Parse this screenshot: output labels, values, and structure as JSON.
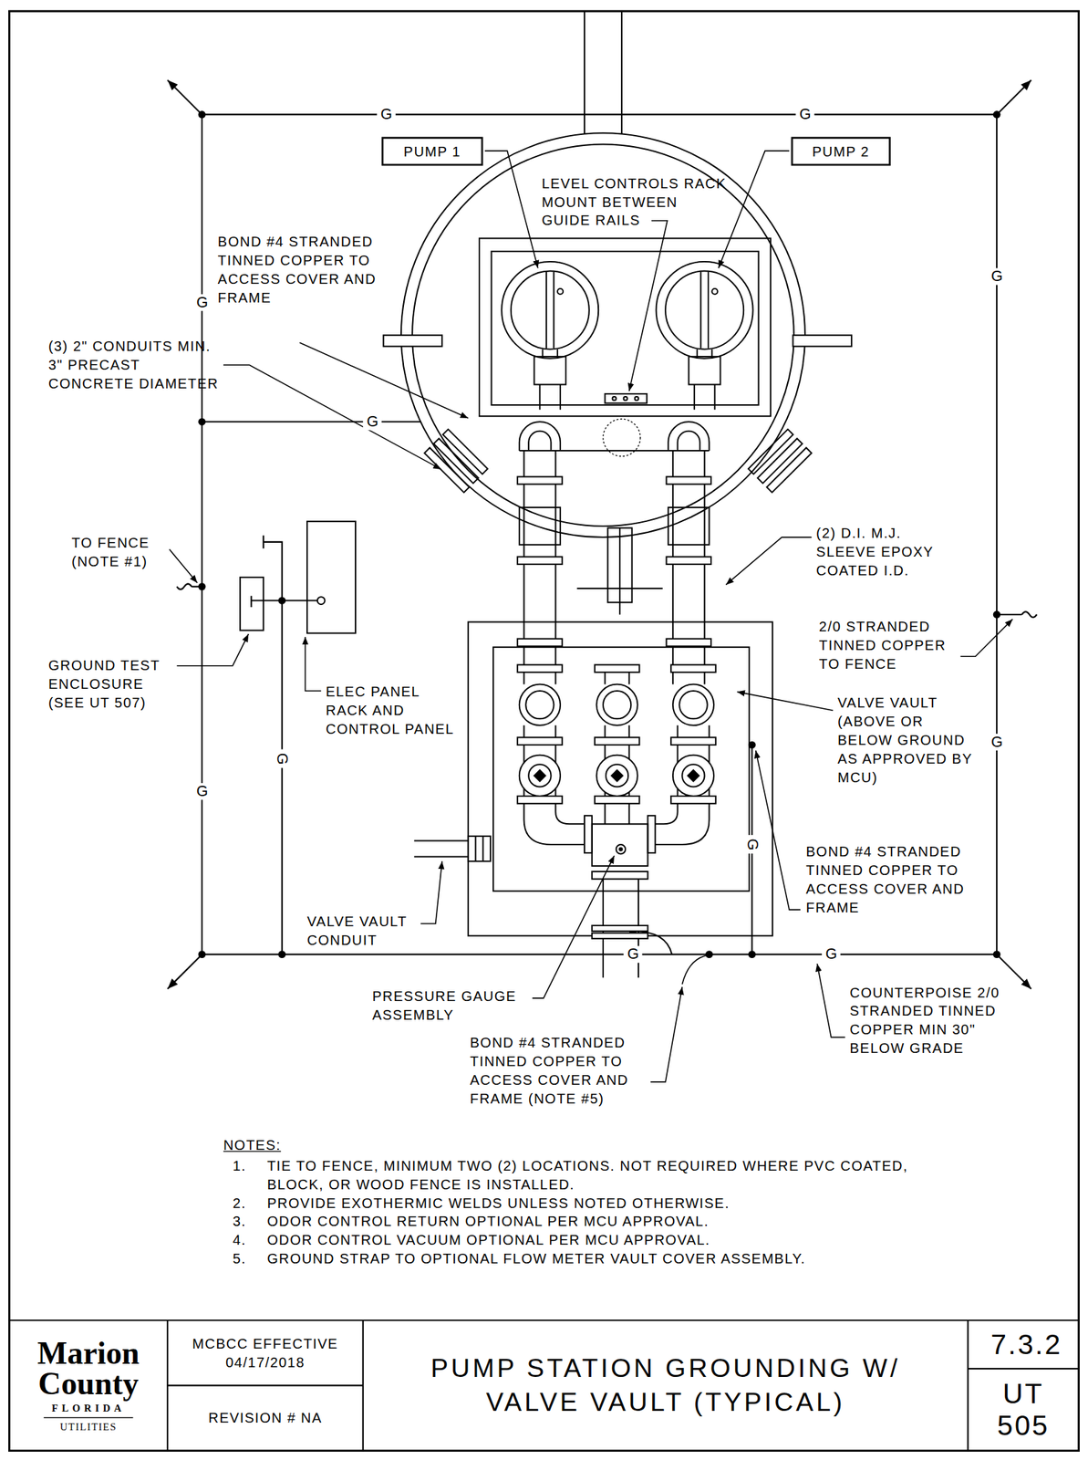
{
  "diagram": {
    "title": "PUMP STATION GROUNDING W/ VALVE VAULT (TYPICAL)",
    "nodes": [
      {
        "text": [
          "PUMP 1"
        ]
      },
      {
        "text": [
          "PUMP 2"
        ]
      },
      {
        "text": [
          "Marion County",
          "FLORIDA",
          "UTILITIES"
        ]
      },
      {
        "text": [
          "MCBCC EFFECTIVE 04/17/2018"
        ]
      },
      {
        "text": [
          "REVISION # NA"
        ]
      },
      {
        "text": [
          "7.3.2"
        ]
      },
      {
        "text": [
          "UT 505"
        ]
      }
    ],
    "labels": [
      "BOND #4 STRANDED TINNED COPPER TO ACCESS COVER AND FRAME",
      "LEVEL CONTROLS RACK MOUNT BETWEEN GUIDE RAILS",
      "(3) 2\" CONDUITS MIN. 3\" PRECAST CONCRETE DIAMETER",
      "TO FENCE (NOTE #1)",
      "GROUND TEST ENCLOSURE (SEE UT 507)",
      "ELEC PANEL RACK AND CONTROL PANEL",
      "(2) D.I. M.J. SLEEVE EPOXY COATED I.D.",
      "2/0 STRANDED TINNED COPPER TO FENCE",
      "VALVE VAULT (ABOVE OR BELOW GROUND AS APPROVED BY MCU)",
      "BOND #4 STRANDED TINNED COPPER TO ACCESS COVER AND FRAME",
      "VALVE VAULT CONDUIT",
      "PRESSURE GAUGE ASSEMBLY",
      "BOND #4 STRANDED TINNED COPPER TO ACCESS COVER AND FRAME (NOTE #5)",
      "COUNTERPOISE 2/0 STRANDED TINNED COPPER MIN 30\" BELOW GRADE",
      "NOTES:",
      "1.",
      "TIE TO FENCE, MINIMUM TWO (2) LOCATIONS. NOT REQUIRED WHERE PVC COATED, BLOCK, OR WOOD FENCE IS INSTALLED.",
      "2.",
      "PROVIDE EXOTHERMIC WELDS UNLESS NOTED OTHERWISE.",
      "3.",
      "ODOR CONTROL RETURN OPTIONAL PER MCU APPROVAL.",
      "4.",
      "ODOR CONTROL VACUUM OPTIONAL PER MCU APPROVAL.",
      "5.",
      "GROUND STRAP TO OPTIONAL FLOW METER VAULT COVER ASSEMBLY.",
      "G",
      "G",
      "G",
      "G",
      "G",
      "G",
      "G",
      "G",
      "G",
      "G",
      "G"
    ]
  }
}
